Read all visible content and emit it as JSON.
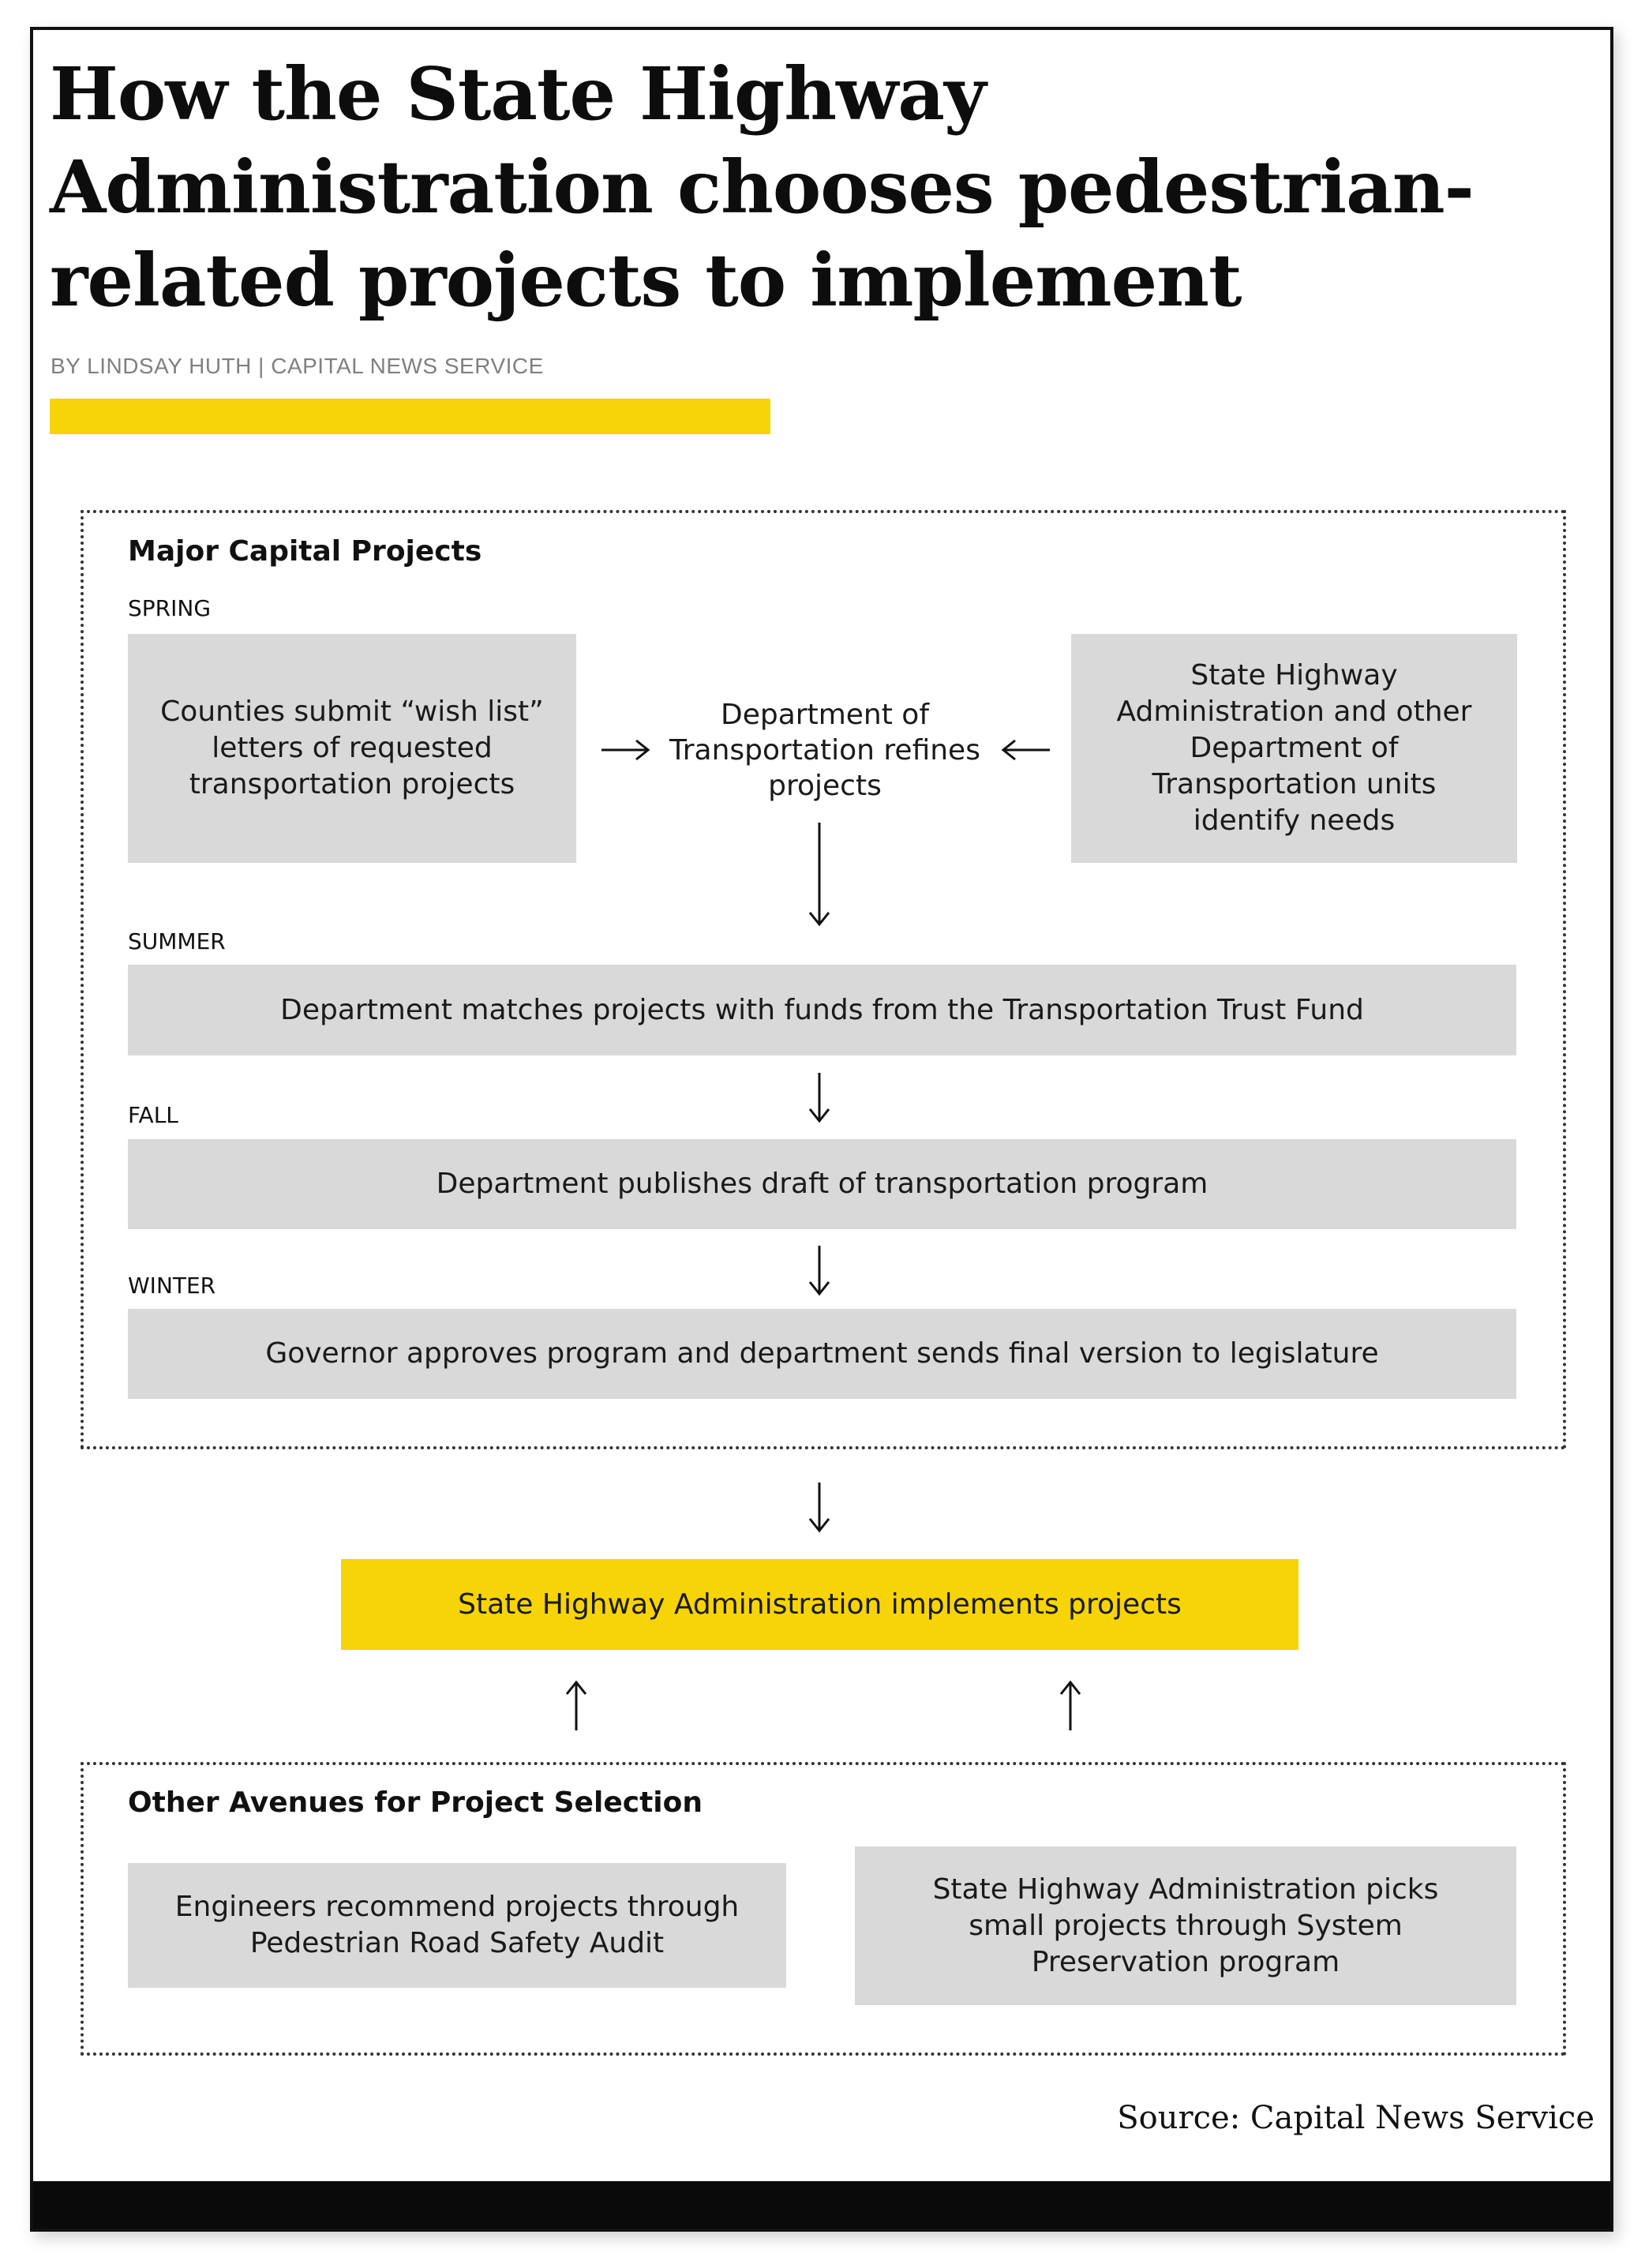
{
  "title": "How the State Highway Administration chooses pedestrian-related projects to implement",
  "byline": "BY LINDSAY HUTH | CAPITAL NEWS SERVICE",
  "major": {
    "heading": "Major Capital Projects",
    "spring_label": "SPRING",
    "counties": "Counties submit “wish list” letters of requested transportation projects",
    "dot_refines": "Department of Transportation refines projects",
    "sha_needs": "State Highway Administration and other Department of Transportation units identify needs",
    "summer_label": "SUMMER",
    "summer_box": "Department matches projects with funds from the Transportation Trust Fund",
    "fall_label": "FALL",
    "fall_box": "Department publishes draft of transportation program",
    "winter_label": "WINTER",
    "winter_box": "Governor approves program and department sends final version to legislature"
  },
  "implement_box": "State Highway Administration implements projects",
  "other": {
    "heading": "Other Avenues for Project Selection",
    "engineers": "Engineers recommend projects through Pedestrian Road Safety Audit",
    "sha_small": "State Highway Administration picks small projects through System Preservation program"
  },
  "source": "Source: Capital News Service",
  "colors": {
    "accent_yellow": "#f6d408",
    "box_gray": "#d9d9d9"
  }
}
